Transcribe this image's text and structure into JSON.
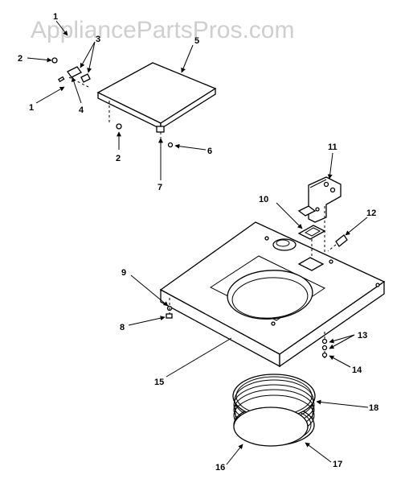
{
  "watermark": "AppliancePartsPros.com",
  "callouts": {
    "c1a": "1",
    "c1b": "1",
    "c2a": "2",
    "c2b": "2",
    "c3": "3",
    "c4": "4",
    "c5": "5",
    "c6": "6",
    "c7": "7",
    "c8": "8",
    "c9": "9",
    "c10": "10",
    "c11": "11",
    "c12": "12",
    "c13": "13",
    "c14": "14",
    "c15": "15",
    "c16": "16",
    "c17": "17",
    "c18": "18"
  }
}
